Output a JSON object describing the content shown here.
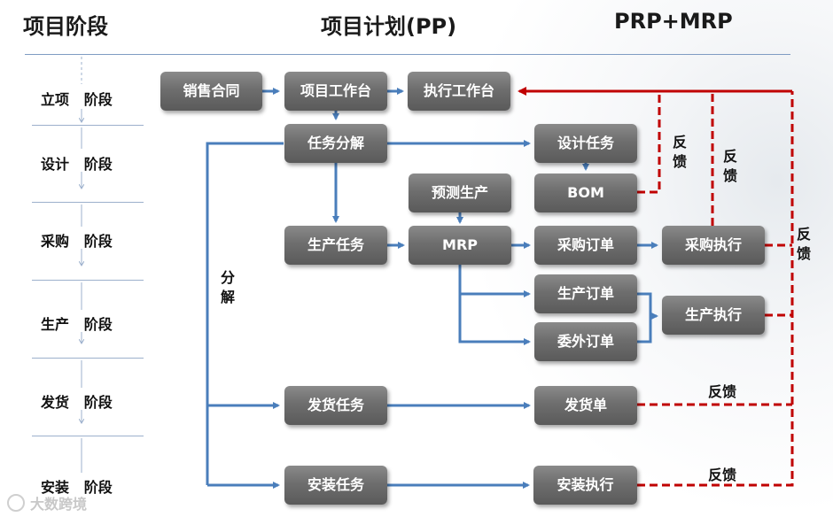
{
  "headers": {
    "phases": "项目阶段",
    "pp": "项目计划(PP)",
    "prp": "PRP+MRP"
  },
  "phases": [
    "立项",
    "设计",
    "采购",
    "生产",
    "发货",
    "安装"
  ],
  "phase_suffix": "阶段",
  "boxes": {
    "sales_contract": "销售合同",
    "project_workbench": "项目工作台",
    "exec_workbench": "执行工作台",
    "task_breakdown": "任务分解",
    "design_task": "设计任务",
    "bom": "BOM",
    "forecast_prod": "预测生产",
    "prod_task": "生产任务",
    "mrp": "MRP",
    "purchase_order": "采购订单",
    "purchase_exec": "采购执行",
    "prod_order": "生产订单",
    "outsource_order": "委外订单",
    "prod_exec": "生产执行",
    "ship_task": "发货任务",
    "ship_doc": "发货单",
    "install_task": "安装任务",
    "install_exec": "安装执行"
  },
  "labels": {
    "breakdown_vertical": "分解",
    "feedback": "反馈"
  },
  "watermark": "大数跨境",
  "colors": {
    "flow_arrow": "#4a7ebb",
    "feedback_line": "#c00000",
    "box_fill": "#6e6e6e"
  }
}
